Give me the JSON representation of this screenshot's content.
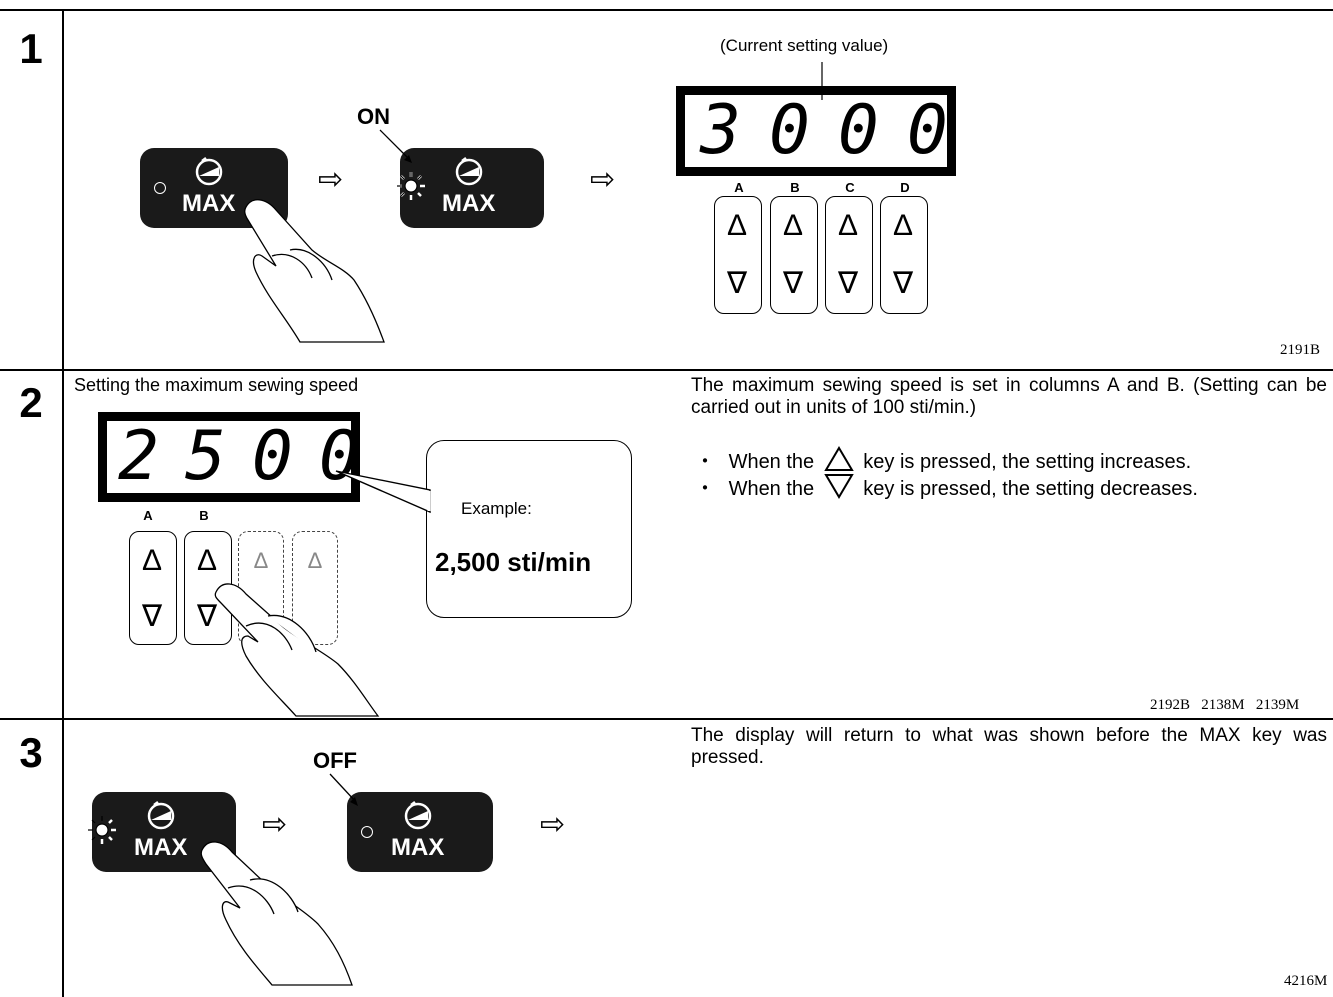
{
  "steps": [
    {
      "number": "1",
      "figure_code": "2191B",
      "display_value": "3000",
      "callout": "(Current setting value)",
      "on_label": "ON"
    },
    {
      "number": "2",
      "heading": "Setting the maximum sewing speed",
      "display_value": "2500",
      "example_label": "Example:",
      "example_value": "2,500 sti/min",
      "description": "The maximum sewing speed is set in columns A and B. (Setting can be carried out in units of 100 sti/min.)",
      "bullet_up": "When the",
      "bullet_up_tail": "key is pressed, the setting increases.",
      "bullet_down": "When the",
      "bullet_down_tail": "key is pressed, the setting decreases.",
      "bullet_mark": "・",
      "figure_codes": "2192B   2138M   2139M"
    },
    {
      "number": "3",
      "off_label": "OFF",
      "description": "The display will return to what was shown before the MAX key was pressed.",
      "figure_code": "4216M"
    }
  ],
  "key": {
    "max_label": "MAX",
    "columns": [
      "A",
      "B",
      "C",
      "D"
    ],
    "up_symbol": "Δ",
    "down_symbol": "∇",
    "arrow_symbol": "⇨"
  },
  "icons": [
    "speed-dial-icon",
    "indicator-lamp-icon",
    "finger-press-icon",
    "up-triangle-icon",
    "down-triangle-icon"
  ]
}
